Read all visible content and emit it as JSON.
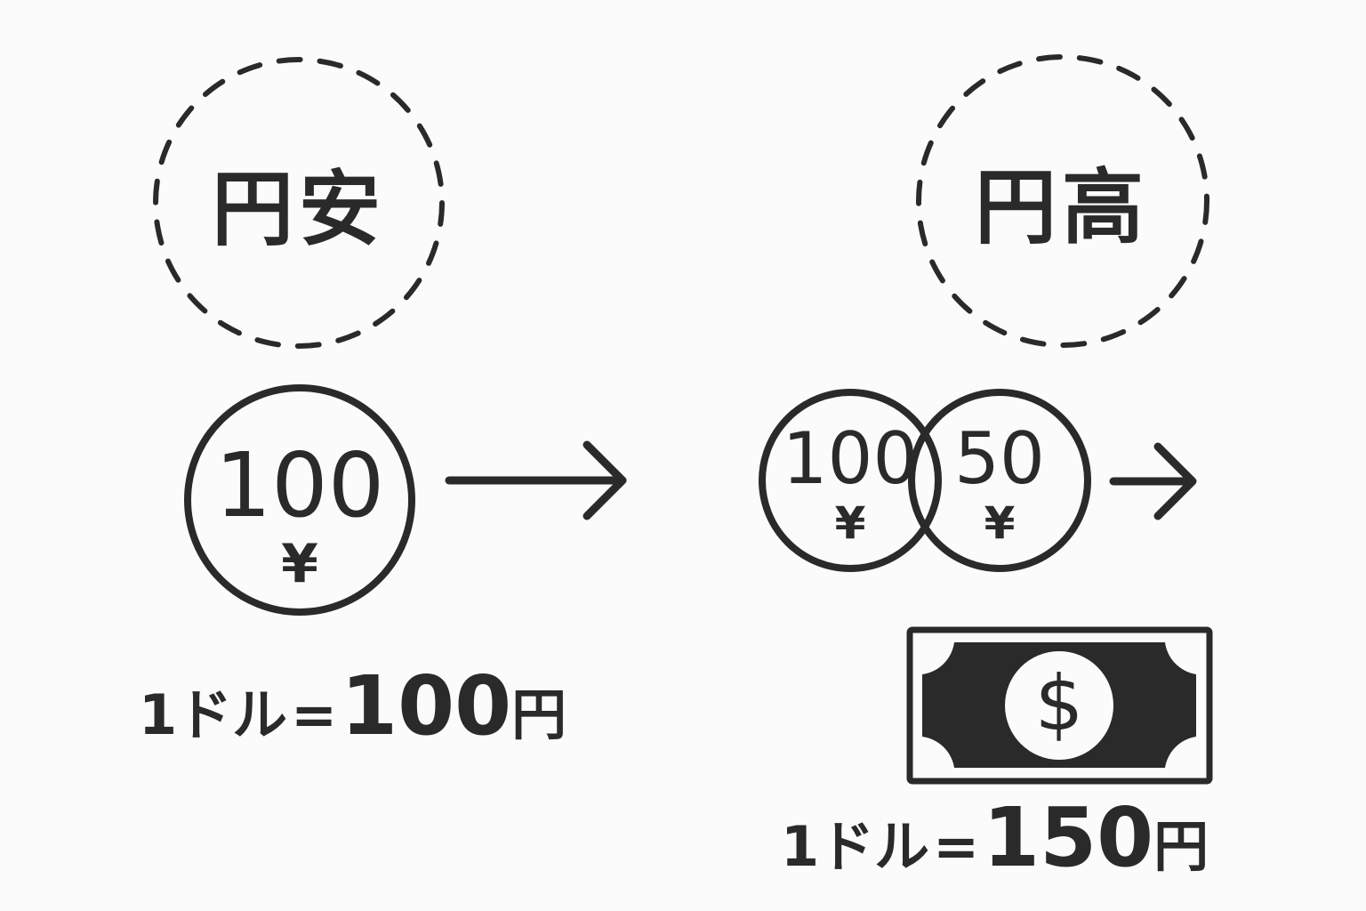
{
  "left_panel": {
    "title": "円安",
    "coin": {
      "value": "100",
      "symbol": "¥"
    },
    "rate": {
      "prefix": "1ドル",
      "equals": "=",
      "amount": "100",
      "unit": "円"
    }
  },
  "right_panel": {
    "title": "円高",
    "coins": [
      {
        "value": "100",
        "symbol": "¥"
      },
      {
        "value": "50",
        "symbol": "¥"
      }
    ],
    "bill": {
      "symbol": "$"
    },
    "rate": {
      "prefix": "1ドル",
      "equals": "=",
      "amount": "150",
      "unit": "円"
    }
  },
  "icons": [
    "dashed-circle",
    "yen-coin",
    "right-arrow",
    "dollar-bill"
  ],
  "colors": {
    "ink": "#2a2a2a",
    "background": "#fbfbfb"
  }
}
